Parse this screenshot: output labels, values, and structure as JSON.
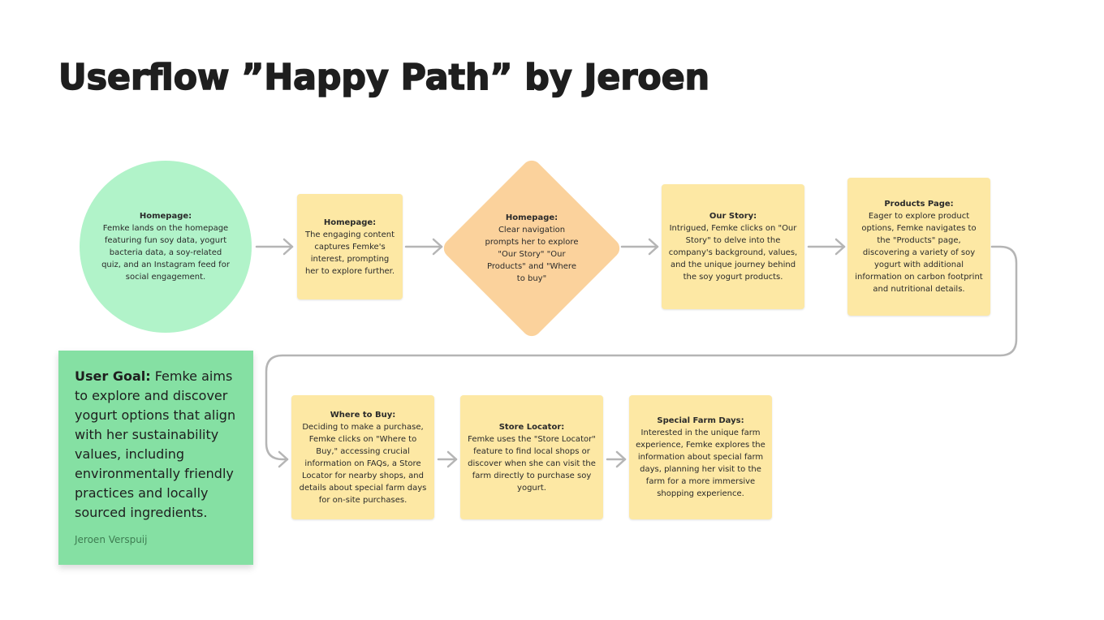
{
  "title": "Userflow ”Happy Path” by Jeroen",
  "colors": {
    "circle": "#b1f3c9",
    "diamond": "#fbd29c",
    "sticky": "#fde8a4",
    "goal": "#85e0a3",
    "connector": "#b5b5b5"
  },
  "steps": [
    {
      "heading": "Homepage:",
      "body": "Femke lands on the homepage featuring fun soy data, yogurt bacteria data, a soy-related quiz, and an Instagram feed for social engagement.",
      "shape": "circle"
    },
    {
      "heading": "Homepage:",
      "body": "The engaging content captures Femke's interest, prompting her to explore further.",
      "shape": "sticky"
    },
    {
      "heading": "Homepage:",
      "body": "Clear navigation prompts her to explore \"Our Story\" \"Our Products\" and \"Where to buy\"",
      "shape": "diamond"
    },
    {
      "heading": "Our Story:",
      "body": "Intrigued, Femke clicks on \"Our Story\" to delve into the company's background, values, and the unique journey behind the soy yogurt products.",
      "shape": "sticky"
    },
    {
      "heading": "Products Page:",
      "body": "Eager to explore product options, Femke navigates to the \"Products\" page, discovering a variety of soy yogurt with additional information on carbon footprint and nutritional details.",
      "shape": "sticky"
    },
    {
      "heading": "Where to Buy:",
      "body": "Deciding to make a purchase, Femke clicks on \"Where to Buy,\" accessing crucial information on FAQs, a Store Locator for nearby shops, and details about special farm days for on-site purchases.",
      "shape": "sticky"
    },
    {
      "heading": "Store Locator:",
      "body": "Femke uses the \"Store Locator\" feature to find local shops or discover when she can visit the farm directly to purchase soy yogurt.",
      "shape": "sticky"
    },
    {
      "heading": "Special Farm Days:",
      "body": "Interested in the unique farm experience, Femke explores the information about special farm days, planning her visit to the farm for a more immersive shopping experience.",
      "shape": "sticky"
    }
  ],
  "goal": {
    "label": "User Goal:",
    "text": " Femke aims to explore and discover yogurt options that align with her sustainability values, including environmentally friendly practices and locally sourced ingredients.",
    "author": "Jeroen Verspuij"
  }
}
